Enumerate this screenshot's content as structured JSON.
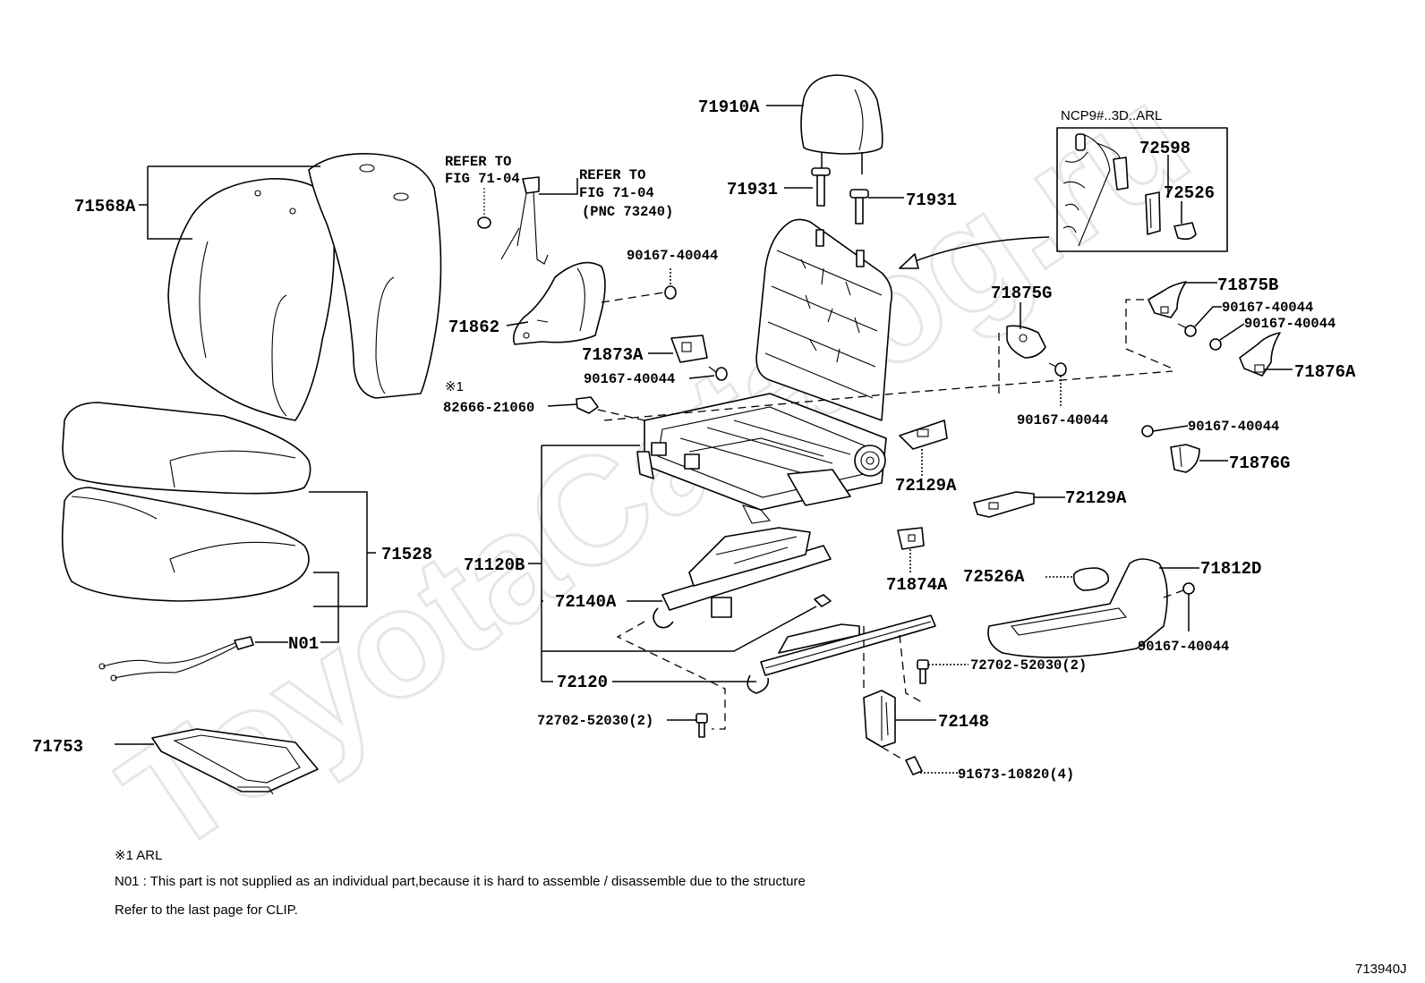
{
  "watermark": "ToyotaCatalog.ru",
  "figure_code": "713940J",
  "inset": {
    "title": "NCP9#..3D..ARL",
    "parts": [
      "72598",
      "72526"
    ]
  },
  "references": {
    "left": [
      "REFER TO",
      "FIG 71-04"
    ],
    "right": [
      "REFER TO",
      "FIG 71-04",
      "(PNC 73240)"
    ]
  },
  "note_marker": "※1",
  "labels": {
    "p71910A": "71910A",
    "p71931a": "71931",
    "p71931b": "71931",
    "p71568A": "71568A",
    "p90167_a": "90167-40044",
    "p71862": "71862",
    "p71873A": "71873A",
    "p90167_b": "90167-40044",
    "p82666": "82666-21060",
    "p71875G": "71875G",
    "p90167_c": "90167-40044",
    "p71875B": "71875B",
    "p90167_d": "90167-40044",
    "p90167_e": "90167-40044",
    "p71876A": "71876A",
    "p90167_f": "90167-40044",
    "p71876G": "71876G",
    "p72129A_a": "72129A",
    "p72129A_b": "72129A",
    "p71874A": "71874A",
    "p72526A": "72526A",
    "p71812D": "71812D",
    "p90167_g": "90167-40044",
    "p71528": "71528",
    "p71120B": "71120B",
    "p72140A": "72140A",
    "pN01": "N01",
    "p72120": "72120",
    "p72702_a": "72702-52030(2)",
    "p72702_b": "72702-52030(2)",
    "p72148": "72148",
    "p91673": "91673-10820(4)",
    "p71753": "71753"
  },
  "footnotes": {
    "marker_note": "※1  ARL",
    "n01_note": "N01 : This part is not supplied as an individual part,because it is hard to assemble / disassemble due to the structure",
    "clip_note": "Refer to the last page for CLIP."
  }
}
